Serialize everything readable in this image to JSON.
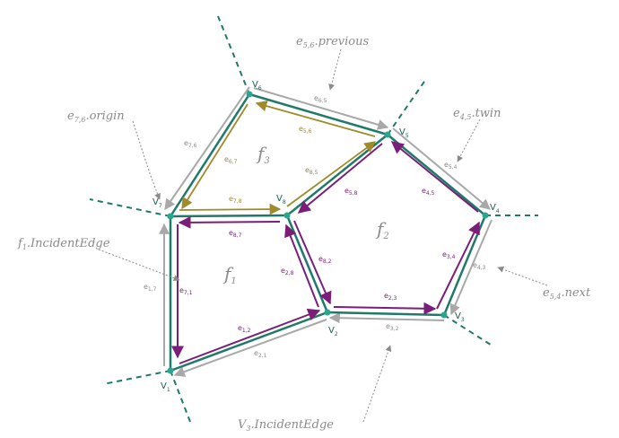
{
  "colors": {
    "edge": "#1f7a6a",
    "outer_halfedge": "#a8a8a8",
    "face1": "#7a1e7a",
    "face3": "#a08a2a",
    "vertex": "#2aa58e",
    "annotation": "#8a8a8a"
  },
  "vertices": [
    {
      "id": "v1",
      "label": "V",
      "sub": "1"
    },
    {
      "id": "v2",
      "label": "V",
      "sub": "2"
    },
    {
      "id": "v3",
      "label": "V",
      "sub": "3"
    },
    {
      "id": "v4",
      "label": "V",
      "sub": "4"
    },
    {
      "id": "v5",
      "label": "V",
      "sub": "5"
    },
    {
      "id": "v6",
      "label": "V",
      "sub": "6"
    },
    {
      "id": "v7",
      "label": "V",
      "sub": "7"
    },
    {
      "id": "v8",
      "label": "V",
      "sub": "8"
    }
  ],
  "faces": [
    {
      "id": "f1",
      "label": "f",
      "sub": "1"
    },
    {
      "id": "f2",
      "label": "f",
      "sub": "2"
    },
    {
      "id": "f3",
      "label": "f",
      "sub": "3"
    }
  ],
  "halfedge_labels": [
    {
      "id": "e67",
      "text": "e",
      "sub": "6,7",
      "group": "face3"
    },
    {
      "id": "e56",
      "text": "e",
      "sub": "5,6",
      "group": "face3"
    },
    {
      "id": "e85",
      "text": "e",
      "sub": "8,5",
      "group": "face3"
    },
    {
      "id": "e78",
      "text": "e",
      "sub": "7,8",
      "group": "face3"
    },
    {
      "id": "e87",
      "text": "e",
      "sub": "8,7",
      "group": "face1"
    },
    {
      "id": "e71",
      "text": "e",
      "sub": "7,1",
      "group": "face1"
    },
    {
      "id": "e12",
      "text": "e",
      "sub": "1,2",
      "group": "face1"
    },
    {
      "id": "e28",
      "text": "e",
      "sub": "2,8",
      "group": "face1"
    },
    {
      "id": "e58",
      "text": "e",
      "sub": "5,8",
      "group": "face1"
    },
    {
      "id": "e45",
      "text": "e",
      "sub": "4,5",
      "group": "face1"
    },
    {
      "id": "e34",
      "text": "e",
      "sub": "3,4",
      "group": "face1"
    },
    {
      "id": "e23",
      "text": "e",
      "sub": "2,3",
      "group": "face1"
    },
    {
      "id": "e82",
      "text": "e",
      "sub": "8,2",
      "group": "face1"
    },
    {
      "id": "e65",
      "text": "e",
      "sub": "6,5",
      "group": "outer"
    },
    {
      "id": "e76",
      "text": "e",
      "sub": "7,6",
      "group": "outer"
    },
    {
      "id": "e54",
      "text": "e",
      "sub": "5,4",
      "group": "outer"
    },
    {
      "id": "e43",
      "text": "e",
      "sub": "4,3",
      "group": "outer"
    },
    {
      "id": "e32",
      "text": "e",
      "sub": "3,2",
      "group": "outer"
    },
    {
      "id": "e21",
      "text": "e",
      "sub": "2,1",
      "group": "outer"
    },
    {
      "id": "e17",
      "text": "e",
      "sub": "1,7",
      "group": "outer"
    }
  ],
  "annotations": [
    {
      "id": "prev",
      "text": "e",
      "sub": "5,6",
      "suffix": ".previous"
    },
    {
      "id": "twin",
      "text": "e",
      "sub": "4,5",
      "suffix": ".twin"
    },
    {
      "id": "origin",
      "text": "e",
      "sub": "7,6",
      "suffix": ".origin"
    },
    {
      "id": "incident1",
      "text": "f",
      "sub": "1",
      "suffix": ".IncidentEdge"
    },
    {
      "id": "next",
      "text": "e",
      "sub": "5,4",
      "suffix": ".next"
    },
    {
      "id": "incidentv",
      "text": "V",
      "sub": "3",
      "suffix": ".IncidentEdge"
    }
  ]
}
